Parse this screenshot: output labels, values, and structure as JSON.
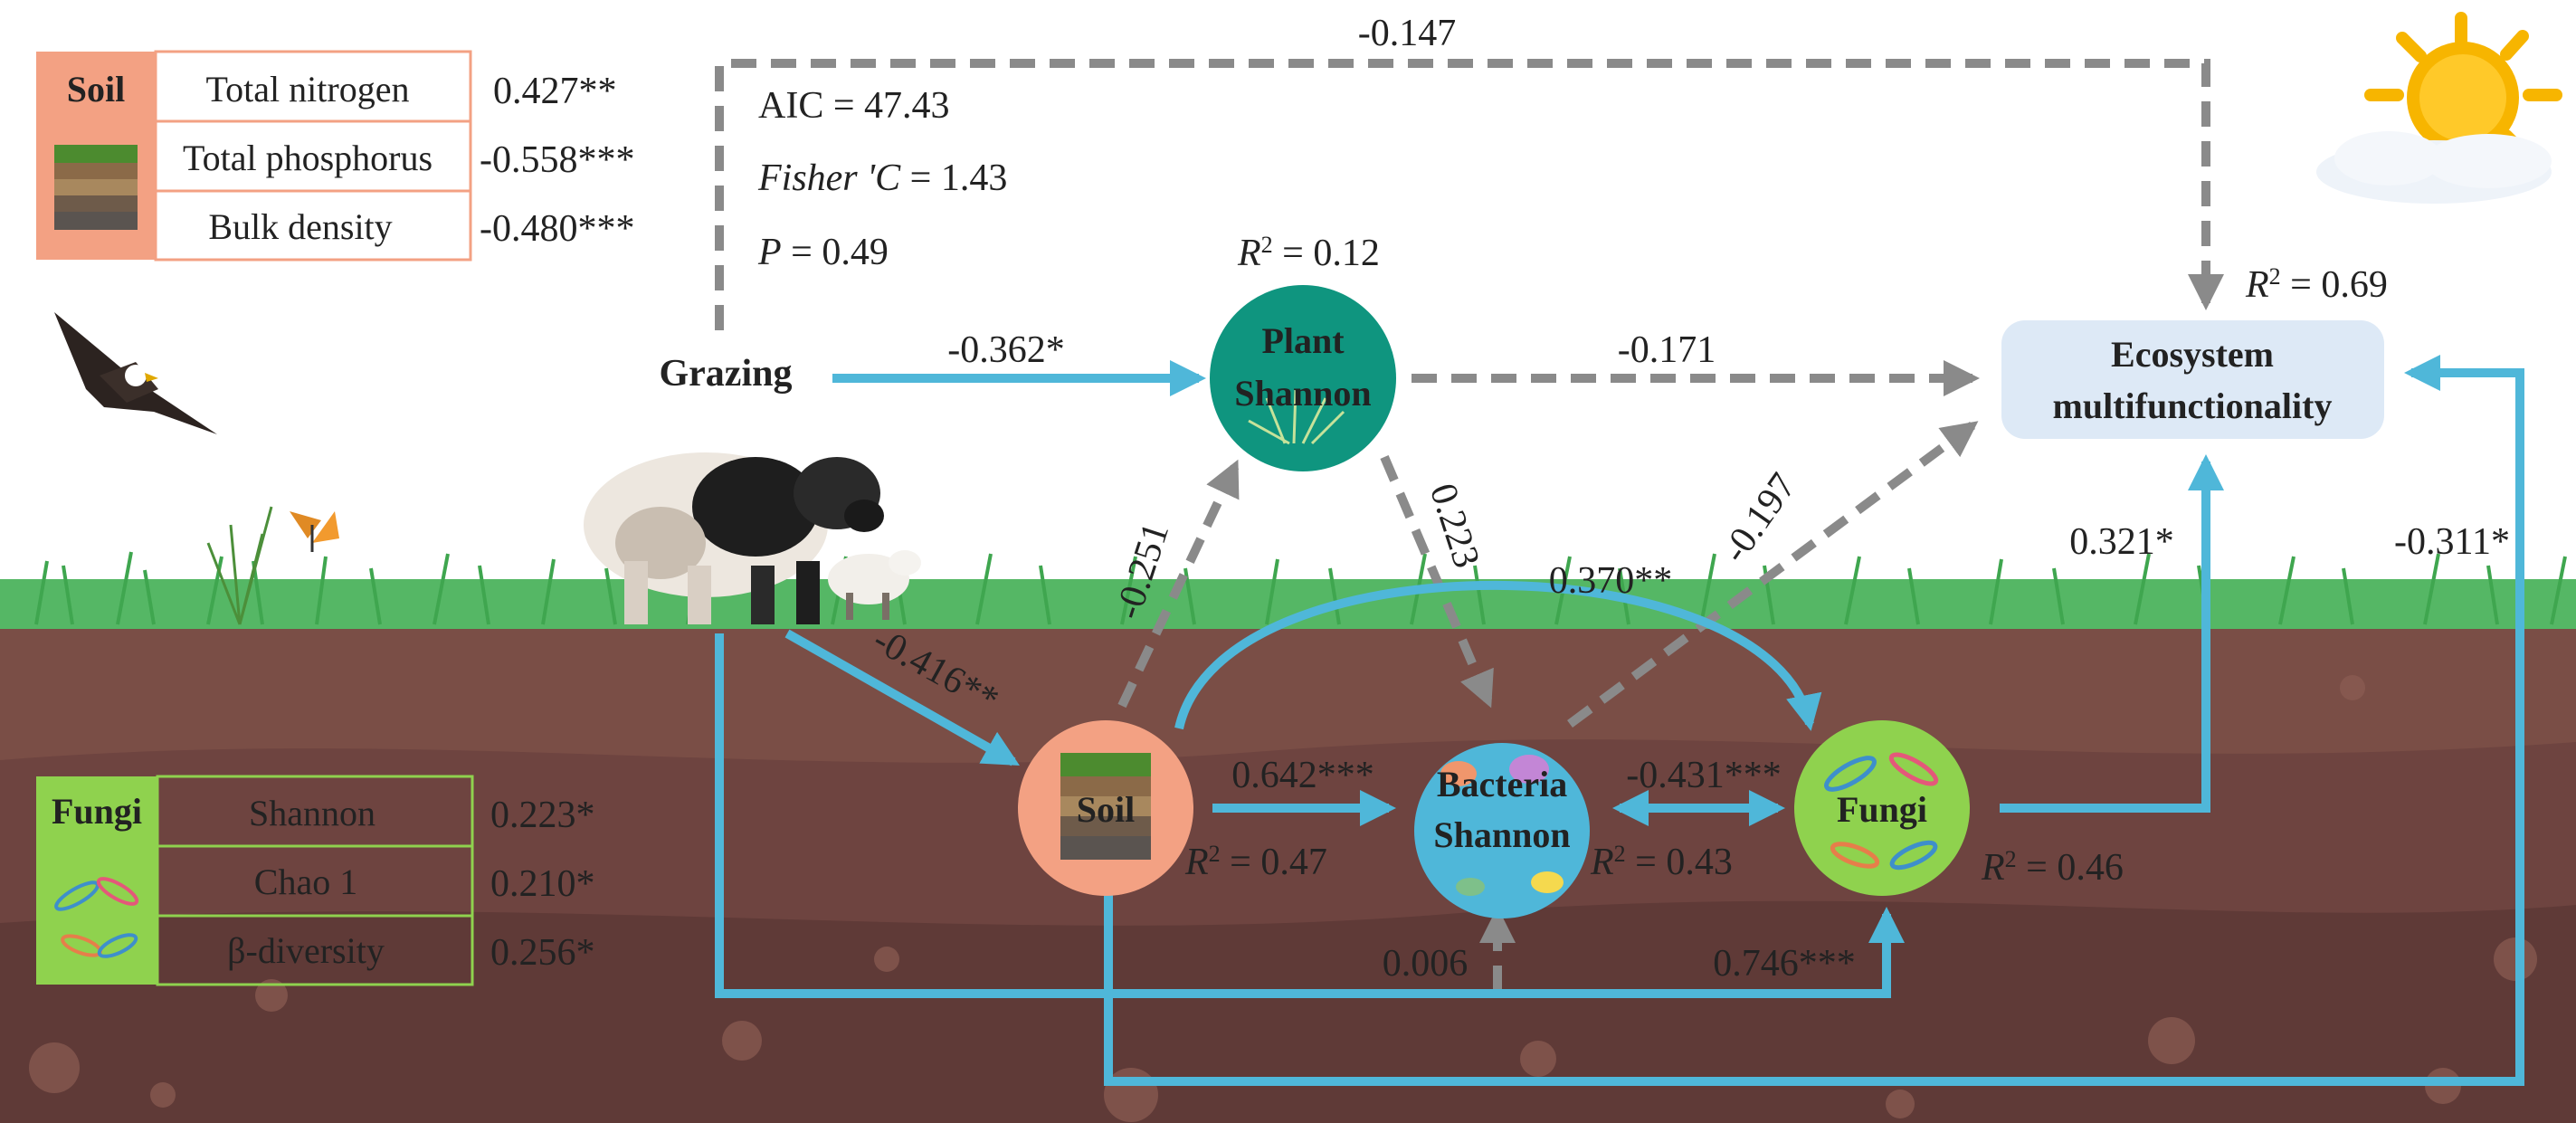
{
  "stats": {
    "aic": "AIC = 47.43",
    "fisher_name": "Fisher 'C",
    "fisher_value": " = 1.43",
    "p_name": "P",
    "p_value": " = 0.49"
  },
  "nodes": {
    "grazing": "Grazing",
    "plant": [
      "Plant",
      "Shannon"
    ],
    "emf": [
      "Ecosystem",
      "multifunctionality"
    ],
    "soil": "Soil",
    "bacteria": [
      "Bacteria",
      "Shannon"
    ],
    "fungi": "Fungi"
  },
  "r2": {
    "prefix": "R",
    "sup": "2",
    "plant": " = 0.12",
    "emf": " = 0.69",
    "soil": " = 0.47",
    "bacteria": " = 0.43",
    "fungi": " = 0.46"
  },
  "paths": {
    "grazing_emf": "-0.147",
    "grazing_plant": "-0.362*",
    "plant_emf": "-0.171",
    "soil_plant": "-0.251",
    "plant_bacteria": "0.223",
    "soil_fungi": "0.370**",
    "bacteria_emf": "-0.197",
    "fungi_emf": "0.321*",
    "soil_emf": "-0.311*",
    "grazing_soil": "-0.416**",
    "soil_bacteria": "0.642***",
    "bacteria_fungi": "-0.431***",
    "grazing_bacteria": "0.006",
    "grazing_fungi": "0.746***"
  },
  "soil_table": {
    "title": "Soil",
    "rows": [
      {
        "name": "Total nitrogen",
        "value": "0.427**"
      },
      {
        "name": "Total phosphorus",
        "value": "-0.558***"
      },
      {
        "name": "Bulk density",
        "value": "-0.480***"
      }
    ]
  },
  "fungi_table": {
    "title": "Fungi",
    "rows": [
      {
        "name": "Shannon",
        "value": "0.223*"
      },
      {
        "name": "Chao 1",
        "value": "0.210*"
      },
      {
        "name": "β-diversity",
        "value": "0.256*"
      }
    ]
  },
  "colors": {
    "significant": "#4FB7D9",
    "nonsignificant": "#8A8A8A",
    "soil_node": "#F3A183",
    "plant_node": "#0F957F",
    "bacteria_node": "#4FB7D9",
    "fungi_node": "#8FD24E",
    "emf_box": "#DDE9F6",
    "ground": "#7A4E46"
  }
}
